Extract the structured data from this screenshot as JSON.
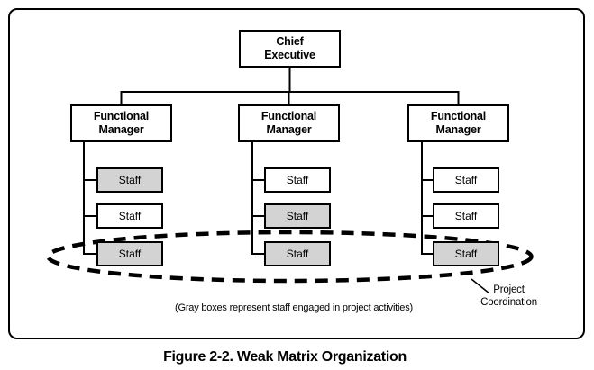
{
  "figure": {
    "caption": "Figure 2-2. Weak Matrix Organization",
    "note": "(Gray boxes represent staff engaged in project activities)",
    "coordination_label": "Project\nCoordination"
  },
  "org_chart": {
    "root": {
      "label": "Chief\nExecutive"
    },
    "managers": [
      {
        "label": "Functional\nManager",
        "staff": [
          {
            "label": "Staff",
            "engaged": true
          },
          {
            "label": "Staff",
            "engaged": false
          },
          {
            "label": "Staff",
            "engaged": true
          }
        ]
      },
      {
        "label": "Functional\nManager",
        "staff": [
          {
            "label": "Staff",
            "engaged": false
          },
          {
            "label": "Staff",
            "engaged": true
          },
          {
            "label": "Staff",
            "engaged": true
          }
        ]
      },
      {
        "label": "Functional\nManager",
        "staff": [
          {
            "label": "Staff",
            "engaged": false
          },
          {
            "label": "Staff",
            "engaged": false
          },
          {
            "label": "Staff",
            "engaged": true
          }
        ]
      }
    ]
  },
  "colors": {
    "engaged_fill": "#d3d3d3",
    "box_fill": "#ffffff",
    "line": "#000000"
  }
}
